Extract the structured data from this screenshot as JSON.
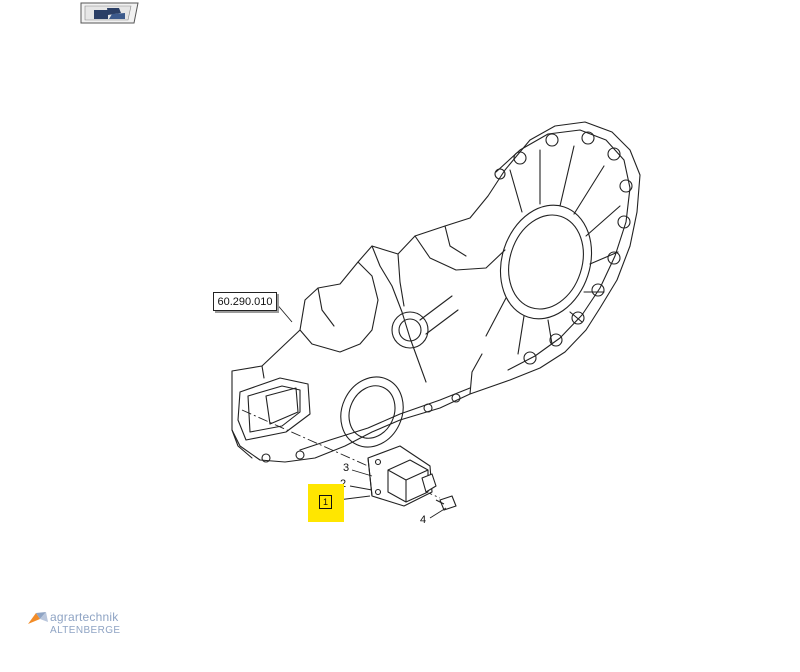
{
  "references": {
    "group_ref": "60.290.010"
  },
  "callouts": {
    "item_1": "1",
    "item_2": "2",
    "item_3": "3",
    "item_4": "4"
  },
  "watermark": {
    "line1": "agrartechnik",
    "line2": "ALTENBERGE"
  },
  "colors": {
    "highlight": "#ffe600",
    "line": "#222222",
    "watermark": "#8fa4c4"
  },
  "icons": {
    "nav": "parts-catalog-icon"
  }
}
